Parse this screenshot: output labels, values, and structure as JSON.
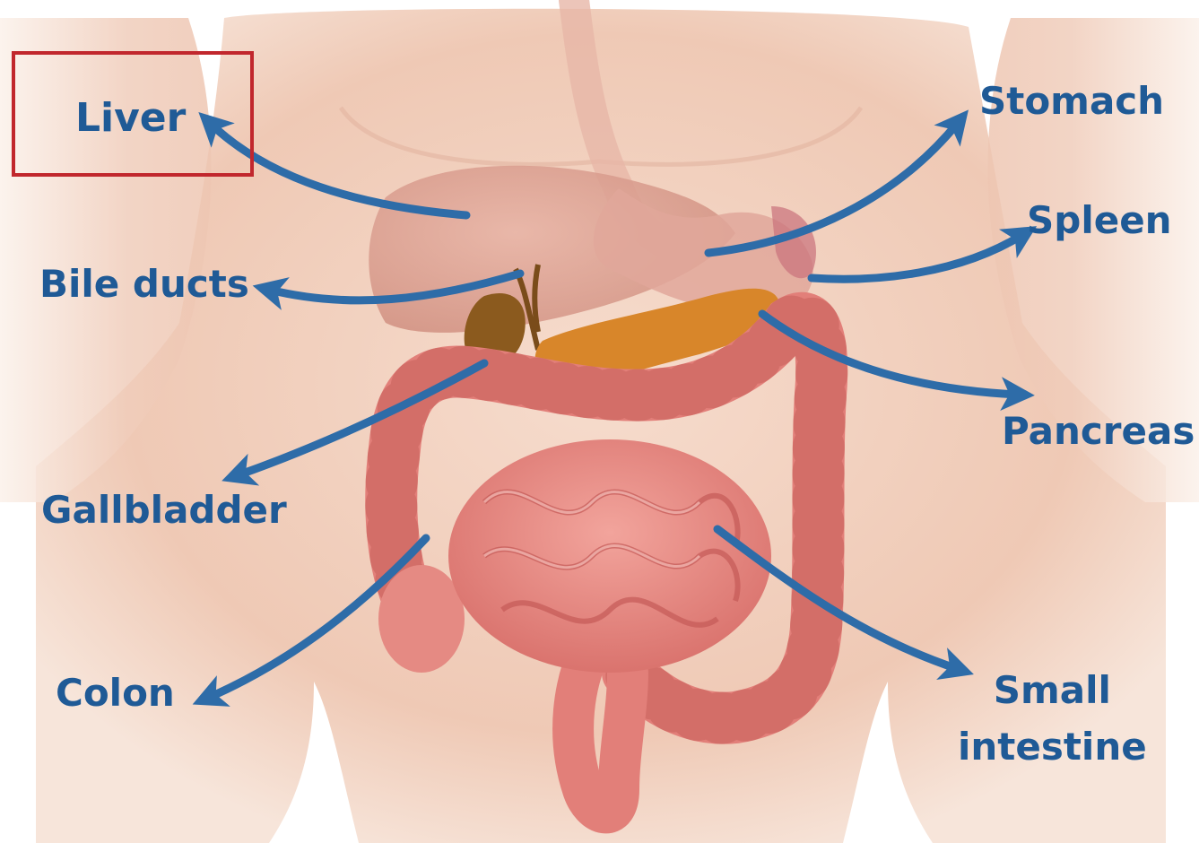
{
  "labels": {
    "liver": "Liver",
    "bile_ducts": "Bile ducts",
    "gallbladder": "Gallbladder",
    "colon": "Colon",
    "stomach": "Stomach",
    "spleen": "Spleen",
    "pancreas": "Pancreas",
    "small_intestine_line1": "Small",
    "small_intestine_line2": "intestine"
  },
  "highlighted_label": "liver",
  "colors": {
    "label_text": "#1f5a96",
    "arrow": "#2e6ca8",
    "highlight_box": "#c1272d",
    "skin": "#f3d6c6",
    "liver": "#d99d8e",
    "stomach": "#e0a79a",
    "gallbladder": "#8b5a1e",
    "pancreas": "#d8862a",
    "intestine": "#e98882",
    "intestine_dark": "#c9625e"
  },
  "icons": {
    "arrow": "arrow-icon"
  }
}
